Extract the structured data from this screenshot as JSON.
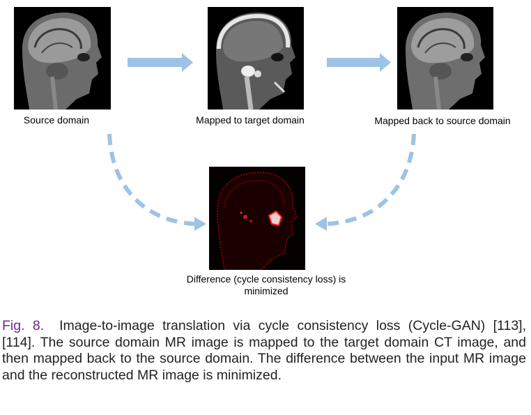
{
  "figure": {
    "panels": [
      {
        "id": "source",
        "label": "Source domain"
      },
      {
        "id": "target",
        "label": "Mapped to target domain"
      },
      {
        "id": "reconstructed",
        "label": "Mapped back to source domain"
      }
    ],
    "difference_label": "Difference (cycle consistency loss) is minimized",
    "colors": {
      "arrow": "#9dc3e6",
      "fig_number": "#6a2a8a"
    }
  },
  "caption": {
    "number": "Fig. 8.",
    "text": "Image-to-image translation via cycle consistency loss (Cycle-GAN) [113], [114]. The source domain MR image is mapped to the target domain CT image, and then mapped back to the source domain. The difference between the input MR image and the reconstructed MR image is minimized."
  }
}
